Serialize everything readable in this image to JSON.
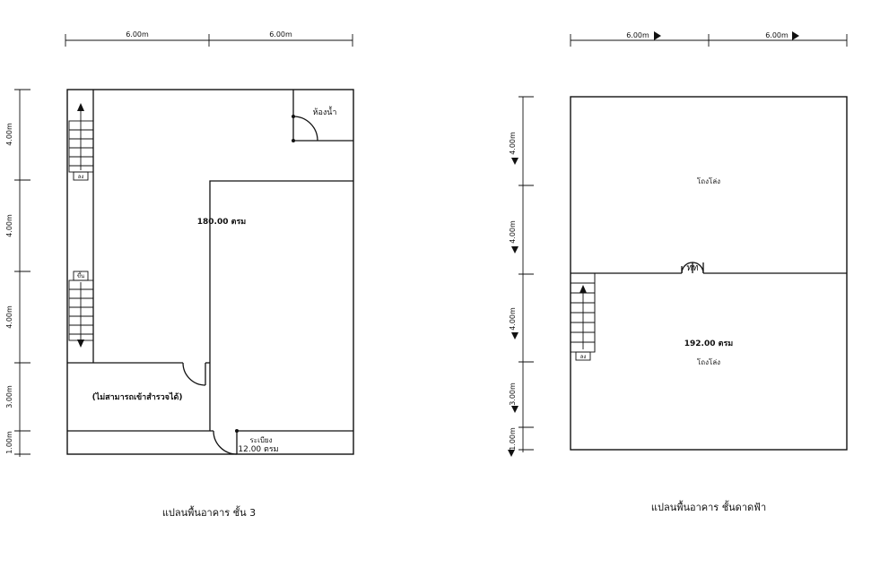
{
  "left_plan": {
    "dim_top": [
      "6.00m",
      "6.00m"
    ],
    "dim_side": [
      "4.00m",
      "4.00m",
      "4.00m",
      "3.00m",
      "1.00m"
    ],
    "bathroom": "ห้องน้ำ",
    "stair_down": "ลง",
    "stair_up": "ขึ้น",
    "main_area": "180.00 ตรม",
    "inaccessible": "(ไม่สามารถเข้าสำรวจได้)",
    "balcony": "ระเบียง",
    "balcony_area": "12.00 ตรม",
    "caption": "แปลนพื้นอาคาร ชั้น 3"
  },
  "right_plan": {
    "dim_top": [
      "6.00m",
      "6.00m"
    ],
    "dim_side": [
      "4.00m",
      "4.00m",
      "4.00m",
      "3.00m",
      "1.00m"
    ],
    "upper_room": "โถงโล่ง",
    "door_mark": "ทท",
    "stair_down": "ลง",
    "main_area": "192.00 ตรม",
    "lower_room": "โถงโล่ง",
    "caption": "แปลนพื้นอาคาร ชั้นดาดฟ้า"
  }
}
